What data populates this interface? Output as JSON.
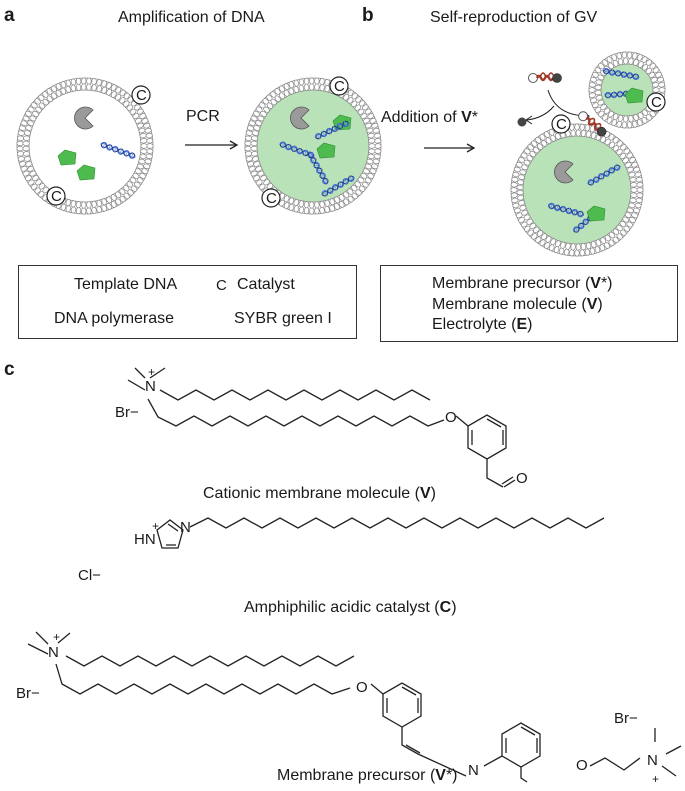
{
  "panels": {
    "a": {
      "letter": "a",
      "title": "Amplification of DNA",
      "arrow_label": "PCR",
      "catalyst_symbol": "C"
    },
    "b": {
      "letter": "b",
      "title": "Self-reproduction of GV",
      "arrow_label_prefix": "Addition of ",
      "arrow_label_bold": "V",
      "arrow_label_suffix": "*",
      "catalyst_symbol": "C"
    },
    "c": {
      "letter": "c",
      "molecules": [
        {
          "caption_prefix": "Cationic membrane molecule (",
          "caption_bold": "V",
          "caption_suffix": ")",
          "counter_ion": "Br−",
          "atoms": [
            "N",
            "+",
            "O",
            "O"
          ]
        },
        {
          "caption_prefix": "Amphiphilic acidic catalyst (",
          "caption_bold": "C",
          "caption_suffix": ")",
          "counter_ion": "Cl−",
          "atoms": [
            "HN",
            "+",
            "N"
          ]
        },
        {
          "caption_prefix": "Membrane precursor (",
          "caption_bold": "V",
          "caption_suffix": "*)",
          "counter_ion_left": "Br−",
          "counter_ion_right": "Br−",
          "atoms": [
            "N",
            "+",
            "O",
            "N",
            "O",
            "N",
            "+"
          ]
        }
      ]
    }
  },
  "legend_a": {
    "items": [
      {
        "label": "Template DNA",
        "icon": "dna-helix-icon"
      },
      {
        "label": "Catalyst",
        "icon": "catalyst-c-icon",
        "symbol": "C"
      },
      {
        "label": "DNA polymerase",
        "icon": "polymerase-icon"
      },
      {
        "label": "SYBR green I",
        "icon": "sybr-green-icon"
      }
    ]
  },
  "legend_b": {
    "items": [
      {
        "prefix": "Membrane precursor (",
        "bold": "V",
        "suffix": "*)",
        "icon": "membrane-precursor-icon"
      },
      {
        "prefix": "Membrane molecule (",
        "bold": "V",
        "suffix": ")",
        "icon": "membrane-molecule-icon"
      },
      {
        "prefix": "Electrolyte (",
        "bold": "E",
        "suffix": ")",
        "icon": "electrolyte-icon"
      }
    ]
  },
  "colors": {
    "vesicle_fill": "#b9e2b9",
    "dna_blue": "#3a64c8",
    "sybr_green": "#4dbb4d",
    "polymerase_gray": "#9a9a9a",
    "precursor_red": "#a23a2a",
    "electrolyte_dark": "#444444",
    "lipid_outline": "#888888"
  }
}
